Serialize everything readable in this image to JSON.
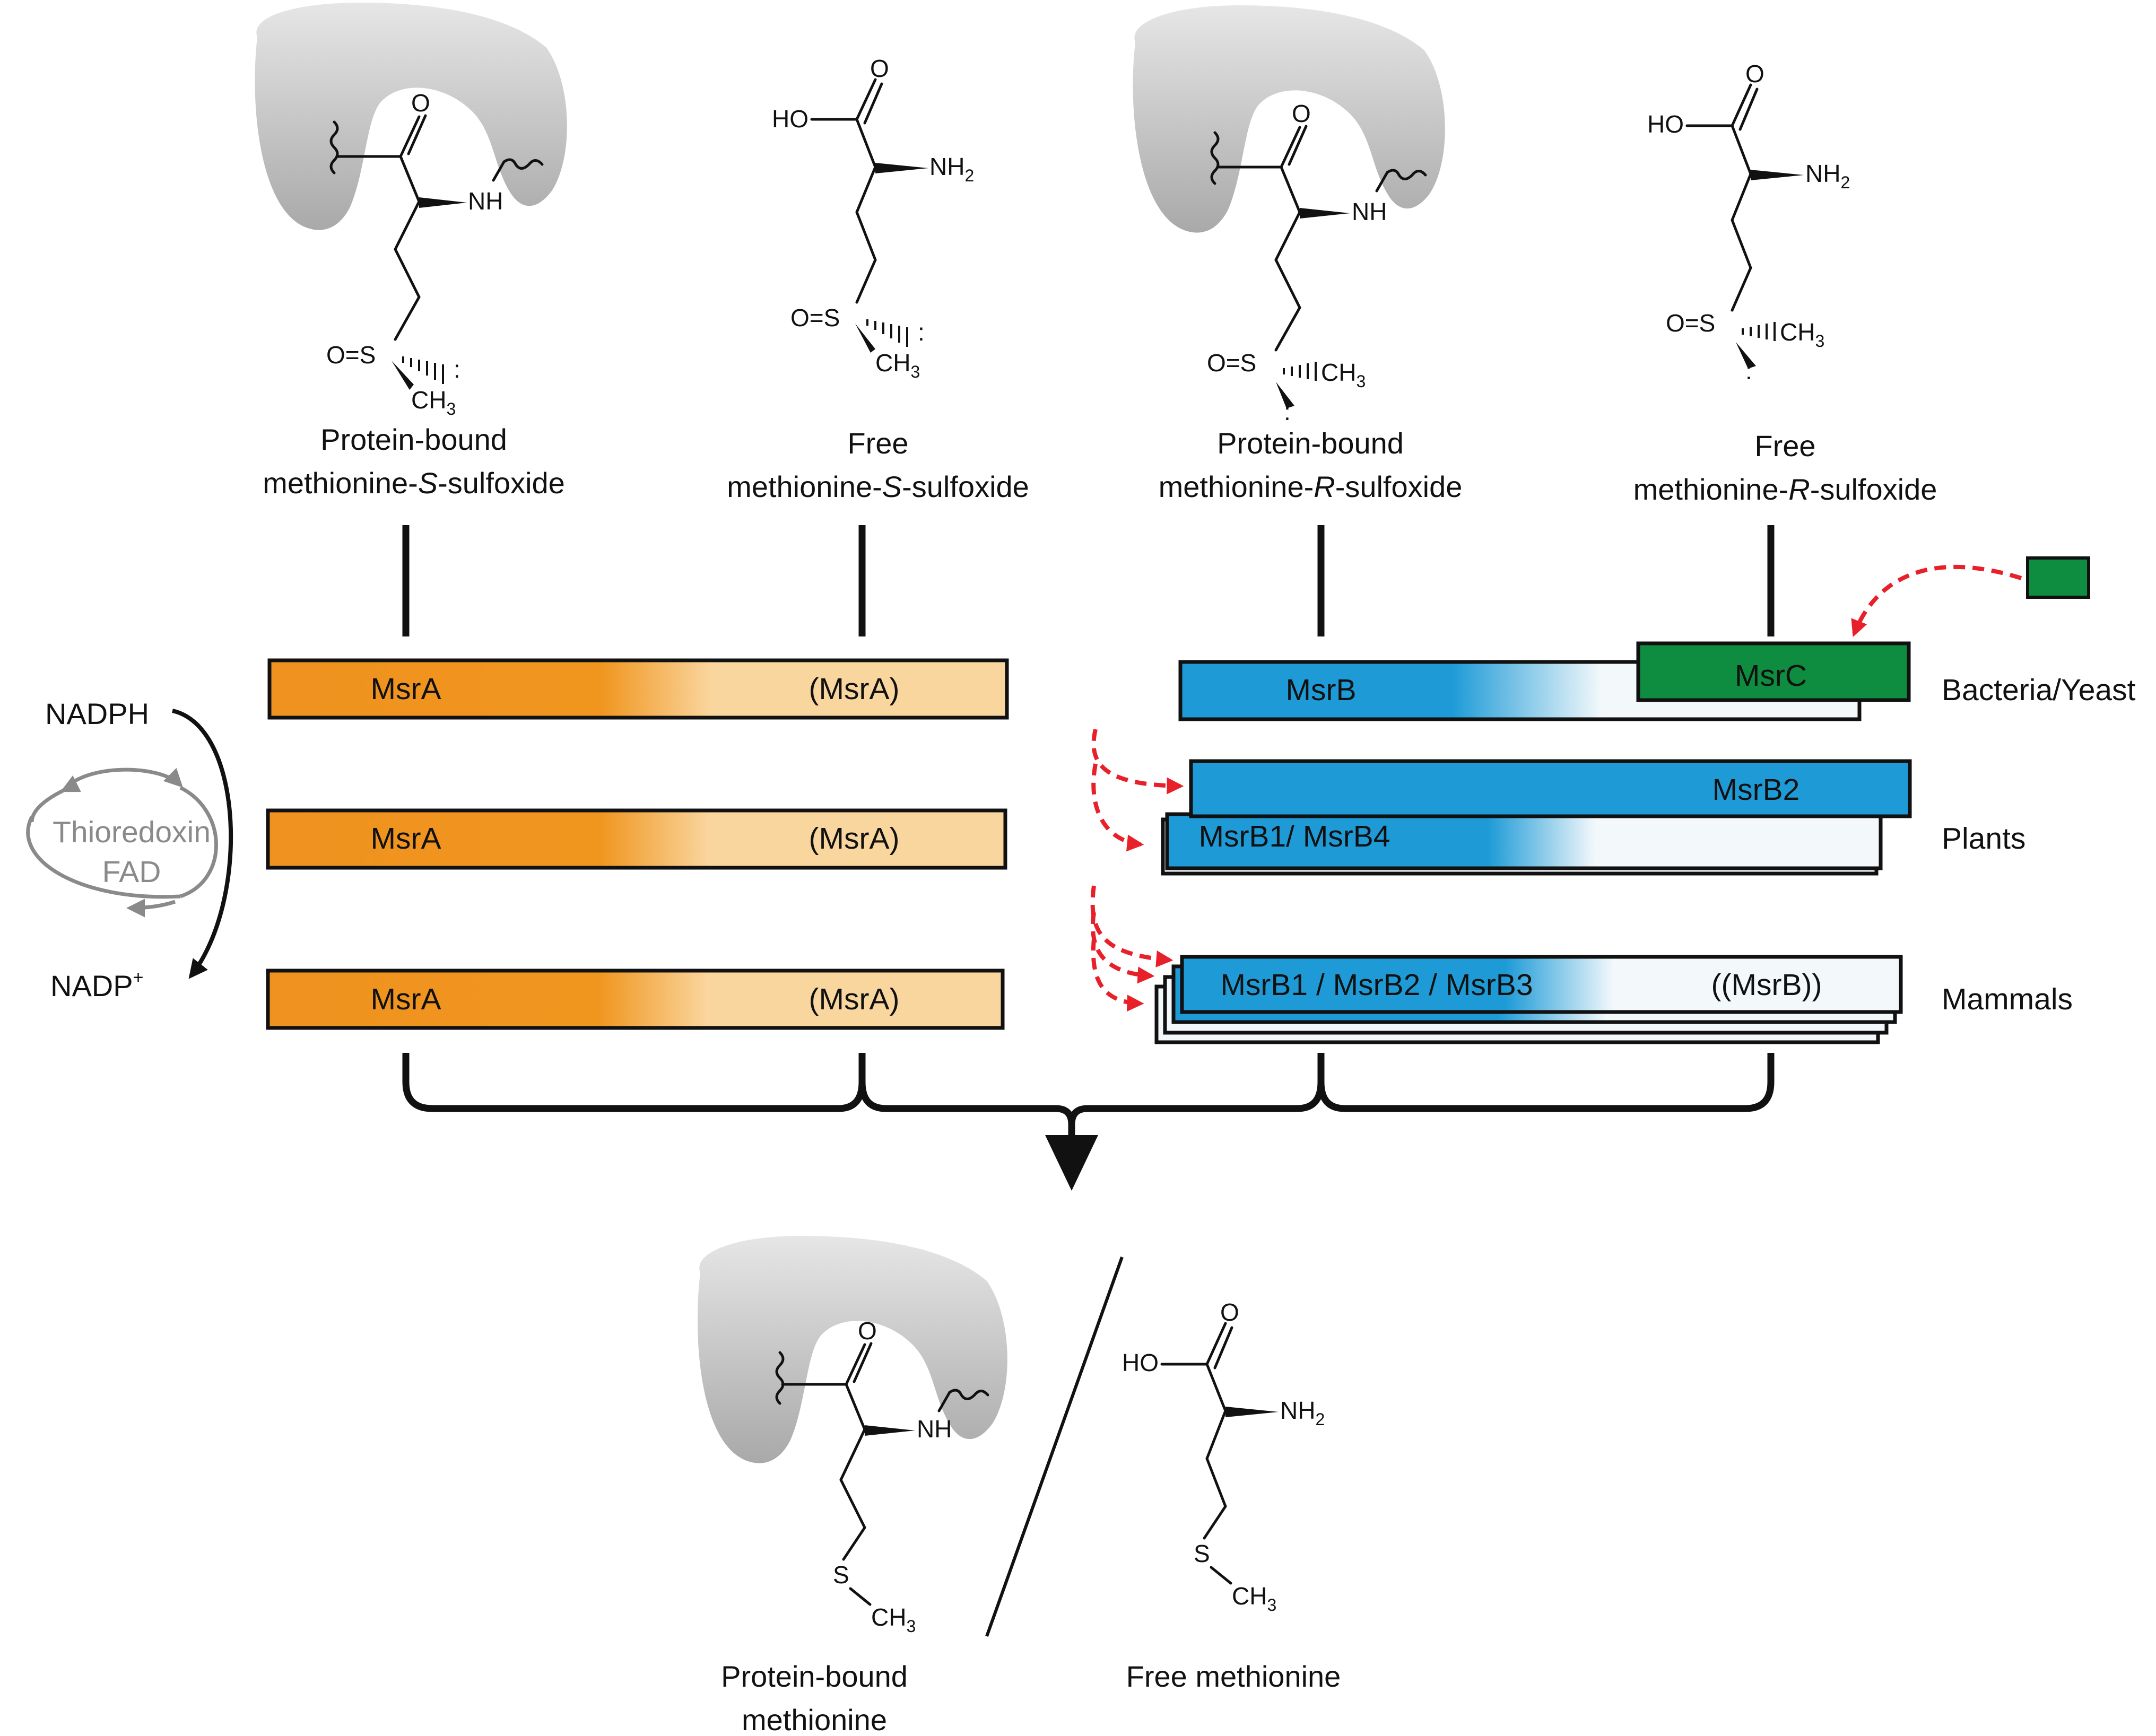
{
  "substrates": [
    {
      "line1": "Protein-bound",
      "line2_prefix": "methionine-",
      "line2_italic": "S",
      "line2_suffix": "-sulfoxide"
    },
    {
      "line1": "Free",
      "line2_prefix": "methionine-",
      "line2_italic": "S",
      "line2_suffix": "-sulfoxide"
    },
    {
      "line1": "Protein-bound",
      "line2_prefix": "methionine-",
      "line2_italic": "R",
      "line2_suffix": "-sulfoxide"
    },
    {
      "line1": "Free",
      "line2_prefix": "methionine-",
      "line2_italic": "R",
      "line2_suffix": "-sulfoxide"
    }
  ],
  "atoms": {
    "O": "O",
    "NH": "NH",
    "HO": "HO",
    "NH2_base": "NH",
    "NH2_sub": "2",
    "S_eq_O": "O=S",
    "S": "S",
    "CH3_base": "CH",
    "CH3_sub": "3",
    "lone_pair": ":"
  },
  "cofactor": {
    "nadph": "NADPH",
    "nadp_base": "NADP",
    "nadp_sup": "+",
    "thioredoxin": "Thioredoxin",
    "fad": "FAD"
  },
  "rows": [
    {
      "organism": "Bacteria/Yeast",
      "msra": "MsrA",
      "msra_free": "(MsrA)",
      "msrb": "MsrB",
      "msrc": "MsrC"
    },
    {
      "organism": "Plants",
      "msra": "MsrA",
      "msra_free": "(MsrA)",
      "msrb_front": "MsrB2",
      "msrb_back": "MsrB1/ MsrB4"
    },
    {
      "organism": "Mammals",
      "msra": "MsrA",
      "msra_free": "(MsrA)",
      "msrb": "MsrB1 / MsrB2 / MsrB3",
      "msrb_free": "((MsrB))"
    }
  ],
  "products": [
    {
      "line1": "Protein-bound",
      "line2": "methionine"
    },
    {
      "line1": "Free methionine"
    }
  ],
  "colors": {
    "msra": "#ef921f",
    "msra_light": "#fad69f",
    "msrb": "#1e9bd7",
    "msrb_light": "#f3f8fb",
    "msrc": "#0e8c3f",
    "red_arrow": "#e8202a",
    "protein_gray": "#bdbdbd",
    "cycle_gray": "#8a8a8a"
  }
}
